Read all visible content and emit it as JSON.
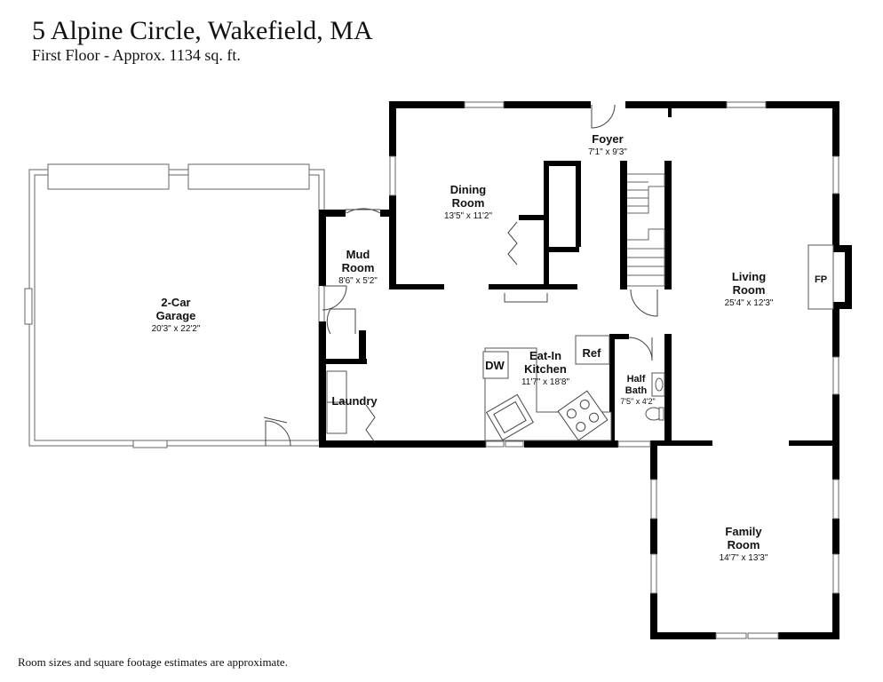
{
  "header": {
    "title": "5 Alpine Circle, Wakefield, MA",
    "subtitle": "First Floor - Approx. 1134 sq. ft."
  },
  "footer": {
    "note": "Room sizes and square footage estimates are approximate."
  },
  "rooms": {
    "garage": {
      "name_line1": "2-Car",
      "name_line2": "Garage",
      "dims": "20'3\" x 22'2\""
    },
    "mud_room": {
      "name_line1": "Mud",
      "name_line2": "Room",
      "dims": "8'6\" x 5'2\""
    },
    "laundry": {
      "name": "Laundry"
    },
    "dining_room": {
      "name_line1": "Dining",
      "name_line2": "Room",
      "dims": "13'5\" x 11'2\""
    },
    "foyer": {
      "name": "Foyer",
      "dims": "7'1\" x 9'3\""
    },
    "living_room": {
      "name_line1": "Living",
      "name_line2": "Room",
      "dims": "25'4\" x 12'3\""
    },
    "kitchen": {
      "name_line1": "Eat-In",
      "name_line2": "Kitchen",
      "dims": "11'7\" x 18'8\""
    },
    "half_bath": {
      "name_line1": "Half",
      "name_line2": "Bath",
      "dims": "7'5\" x 4'2\""
    },
    "family_room": {
      "name_line1": "Family",
      "name_line2": "Room",
      "dims": "14'7\" x 13'3\""
    }
  },
  "fixtures": {
    "fireplace": "FP",
    "dishwasher": "DW",
    "refrigerator": "Ref"
  }
}
